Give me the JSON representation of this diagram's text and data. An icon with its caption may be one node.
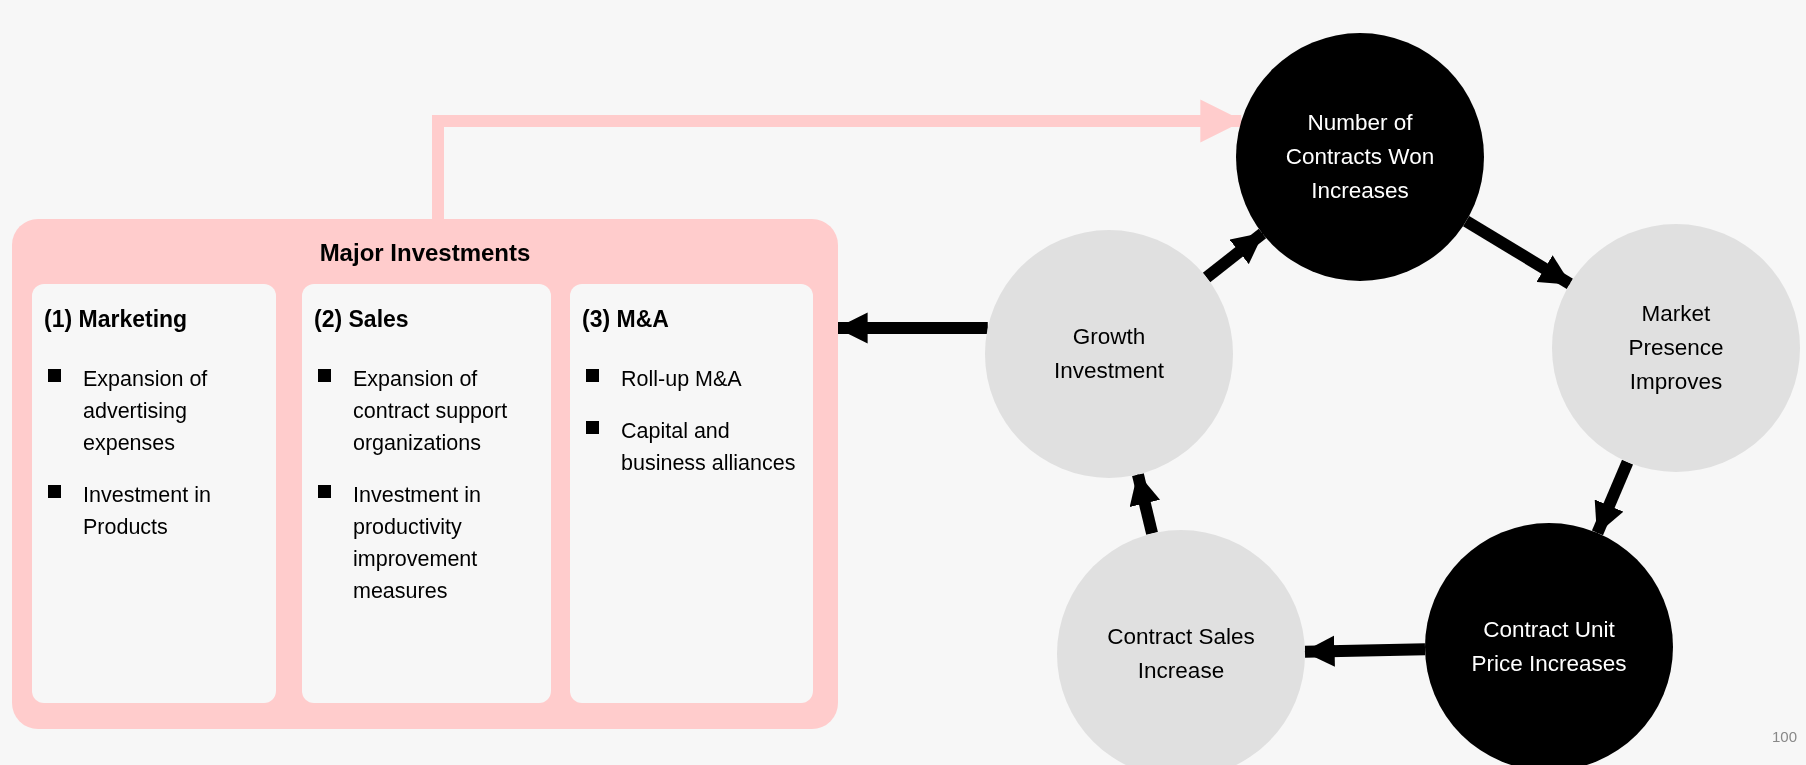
{
  "diagram": {
    "nodes": [
      {
        "text": [
          "Major Investments"
        ]
      },
      {
        "text": [
          "(1) Marketing",
          "Expansion of advertising expenses",
          "Investment in Products"
        ],
        "in": 0
      },
      {
        "text": [
          "(2) Sales",
          "Expansion of contract support organizations",
          "Investment in productivity improvement measures"
        ],
        "in": 0
      },
      {
        "text": [
          "(3) M&A",
          "Roll-up M&A",
          "Capital and business alliances"
        ],
        "in": 0
      },
      {
        "text": [
          "Number of Contracts Won Increases"
        ]
      },
      {
        "text": [
          "Growth Investment"
        ]
      },
      {
        "text": [
          "Market Presence Improves"
        ]
      },
      {
        "text": [
          "Contract Sales Increase"
        ]
      },
      {
        "text": [
          "Contract Unit Price Increases"
        ]
      }
    ],
    "edges": [
      {
        "from": 0,
        "to": 4,
        "arrow": "to",
        "color": "#ffcccc"
      },
      {
        "from": 5,
        "to": 4,
        "arrow": "to"
      },
      {
        "from": 4,
        "to": 6,
        "arrow": "to"
      },
      {
        "from": 6,
        "to": 8,
        "arrow": "to"
      },
      {
        "from": 8,
        "to": 7,
        "arrow": "to"
      },
      {
        "from": 7,
        "to": 5,
        "arrow": "to"
      },
      {
        "from": 5,
        "to": 0,
        "arrow": "to"
      }
    ],
    "labels": [
      "100"
    ]
  }
}
